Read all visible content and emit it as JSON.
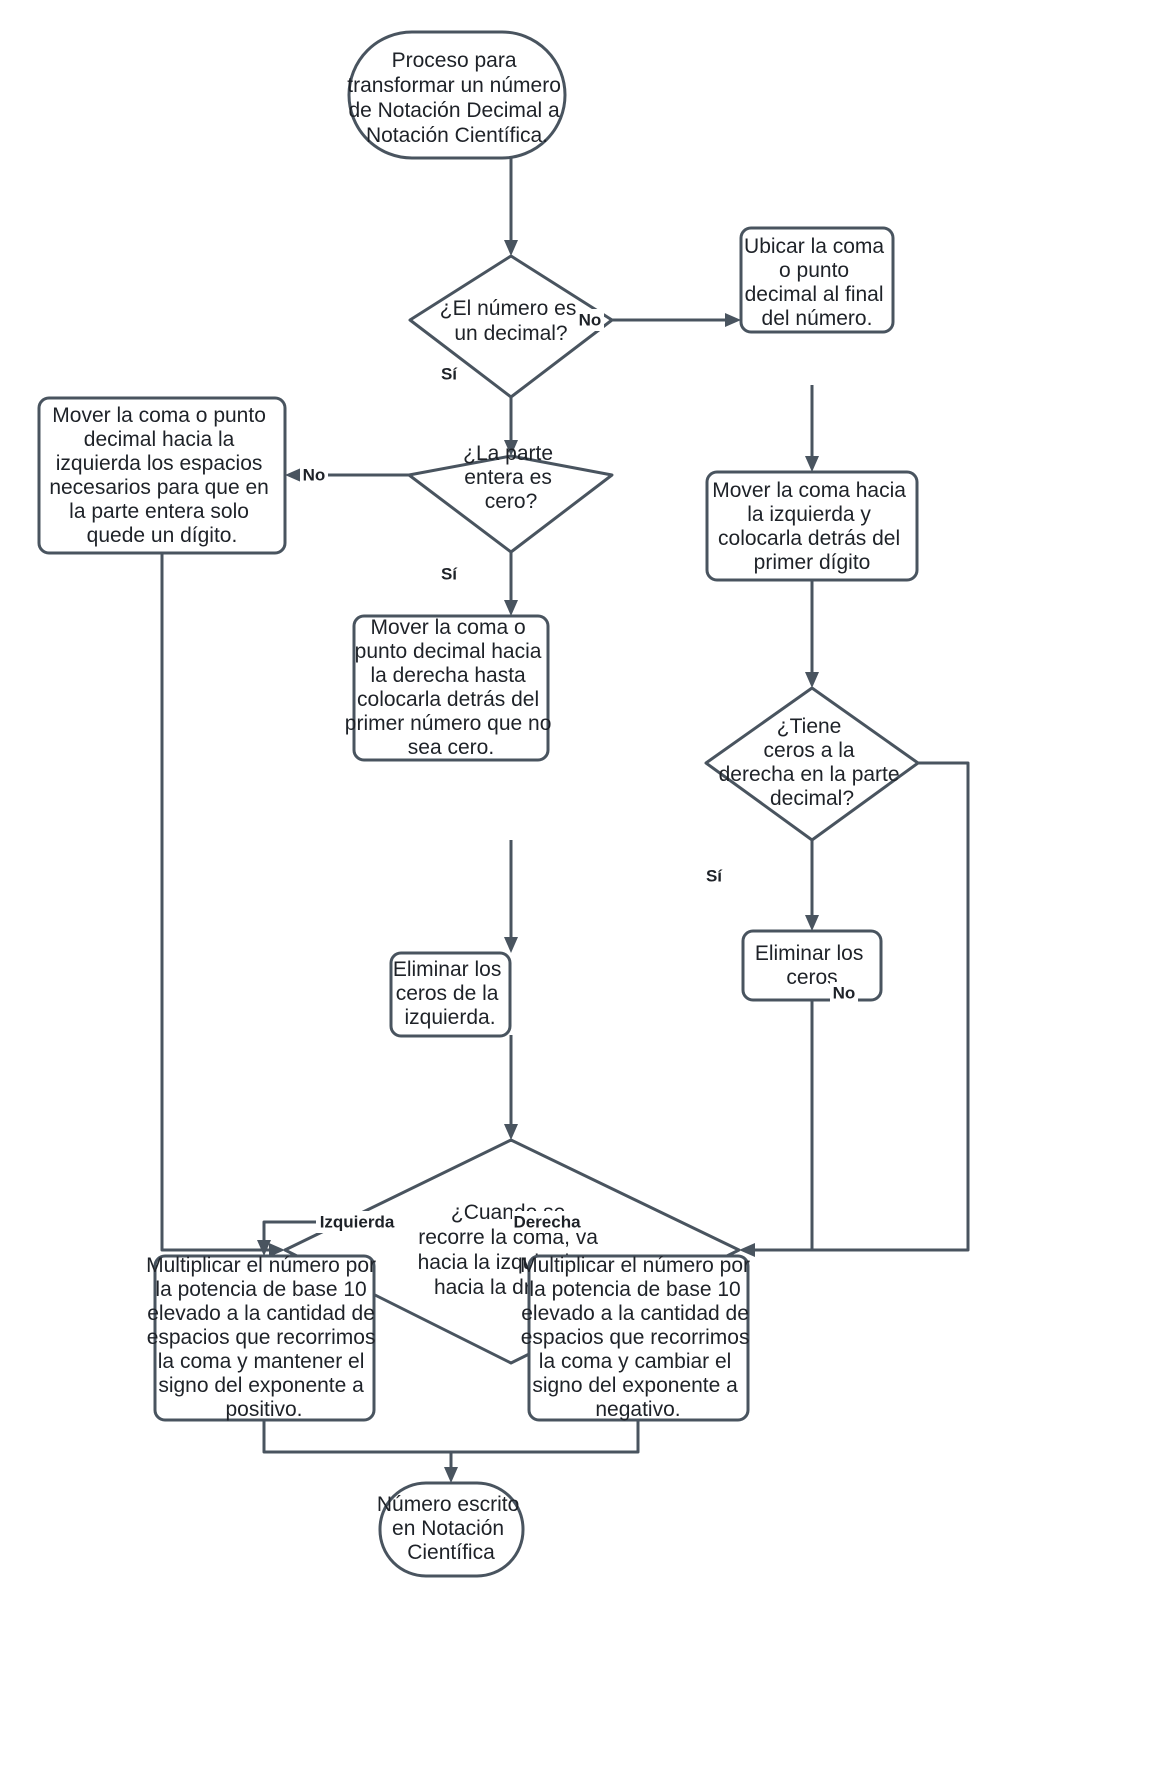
{
  "diagram": {
    "title": "Proceso para transformar un número de Notación Decimal a Notación Científica.",
    "type": "flowchart",
    "colors": {
      "stroke": "#49545f",
      "fill": "#ffffff",
      "text": "#1e2228"
    }
  },
  "nodes": {
    "start": {
      "shape": "terminator",
      "lines": [
        "Proceso para",
        "transformar un número",
        "de Notación Decimal a",
        "Notación Científica."
      ]
    },
    "decision_is_decimal": {
      "shape": "decision",
      "lines": [
        "¿El número es",
        "un decimal?"
      ]
    },
    "place_comma_end": {
      "shape": "process",
      "lines": [
        "Ubicar la coma",
        "o punto",
        "decimal al final",
        "del número."
      ]
    },
    "move_comma_left_first_digit": {
      "shape": "process",
      "lines": [
        "Mover la coma hacia",
        "la izquierda y",
        "colocarla detrás del",
        "primer dígito"
      ]
    },
    "decision_integer_zero": {
      "shape": "decision",
      "lines": [
        "¿La parte",
        "entera es",
        "cero?"
      ]
    },
    "move_comma_left_spaces": {
      "shape": "process",
      "lines": [
        "Mover la coma o punto",
        "decimal hacia la",
        "izquierda los espacios",
        "necesarios para que en",
        "la parte entera solo",
        "quede un dígito."
      ]
    },
    "move_comma_right": {
      "shape": "process",
      "lines": [
        "Mover la coma o",
        "punto decimal hacia",
        "la derecha hasta",
        "colocarla detrás del",
        "primer número que no",
        "sea cero."
      ]
    },
    "decision_trailing_zeros": {
      "shape": "decision",
      "lines": [
        "¿Tiene",
        "ceros a la",
        "derecha en la parte",
        "decimal?"
      ]
    },
    "remove_zeros": {
      "shape": "process",
      "lines": [
        "Eliminar los",
        "ceros"
      ]
    },
    "remove_left_zeros": {
      "shape": "process",
      "lines": [
        "Eliminar los",
        "ceros de la",
        "izquierda."
      ]
    },
    "decision_direction": {
      "shape": "decision",
      "lines": [
        "¿Cuando se",
        "recorre la coma, va",
        "hacia la izquierda o",
        "hacia la drecha?"
      ]
    },
    "multiply_positive": {
      "shape": "process",
      "lines": [
        "Multiplicar el número por",
        "la potencia de base 10",
        "elevado a la cantidad de",
        "espacios que recorrimos",
        "la coma y mantener el",
        "signo del exponente a",
        "positivo."
      ]
    },
    "multiply_negative": {
      "shape": "process",
      "lines": [
        "Multiplicar el número por",
        "la potencia de base 10",
        "elevado a la cantidad de",
        "espacios que recorrimos",
        "la coma y cambiar el",
        "signo del exponente a",
        "negativo."
      ]
    },
    "end": {
      "shape": "terminator",
      "lines": [
        "Número escrito",
        "en Notación",
        "Científica"
      ]
    }
  },
  "edge_labels": {
    "no_decimal": "No",
    "si_decimal": "Sí",
    "no_integer_zero": "No",
    "si_integer_zero": "Sí",
    "si_trailing_zeros": "Sí",
    "no_trailing_zeros": "No",
    "izquierda": "Izquierda",
    "derecha": "Derecha"
  }
}
